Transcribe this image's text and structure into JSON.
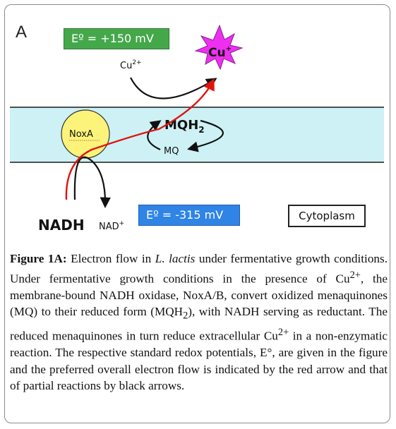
{
  "figure": {
    "panel_letter": "A",
    "potential_top": "Eº = +150 mV",
    "potential_bottom": "Eº = -315 mV",
    "compartment_label": "Cytoplasm",
    "enzyme_label": "NoxA",
    "labels": {
      "cu2_base": "Cu",
      "cu2_sup": "2+",
      "cu_plus_base": "Cu",
      "cu_plus_sup": "+",
      "mqh2_base": "MQH",
      "mqh2_sub": "2",
      "mq": "MQ",
      "nadh": "NADH",
      "nad_base": "NAD",
      "nad_sup": "+"
    },
    "colors": {
      "membrane": "#cdf1f4",
      "membrane_line": "#1a1a1a",
      "enzyme_fill": "#fbf37a",
      "star_fill": "#ee2ff0",
      "red_arrow": "#e0140e",
      "green_box": "#44a84a",
      "blue_box": "#2f84e6"
    }
  },
  "caption": {
    "label": "Figure 1A:",
    "t1": " Electron flow in ",
    "species": "L. lactis",
    "t2": " under fermentative growth conditions. Under fermentative growth conditions in the presence of Cu",
    "sup1": "2+",
    "t3": ", the membrane-bound NADH oxidase, NoxA/B, convert oxidized menaquinones (MQ) to their reduced form (MQH",
    "sub1": "2",
    "t4": "), with NADH serving as reductant. The reduced menaquinones in turn reduce extracellular Cu",
    "sup2": "2+",
    "t5": " in a non-enzymatic reaction. The respective standard redox potentials, E°, are given in the figure and the preferred overall electron flow is indicated by the red arrow and that of partial reactions by black arrows."
  }
}
